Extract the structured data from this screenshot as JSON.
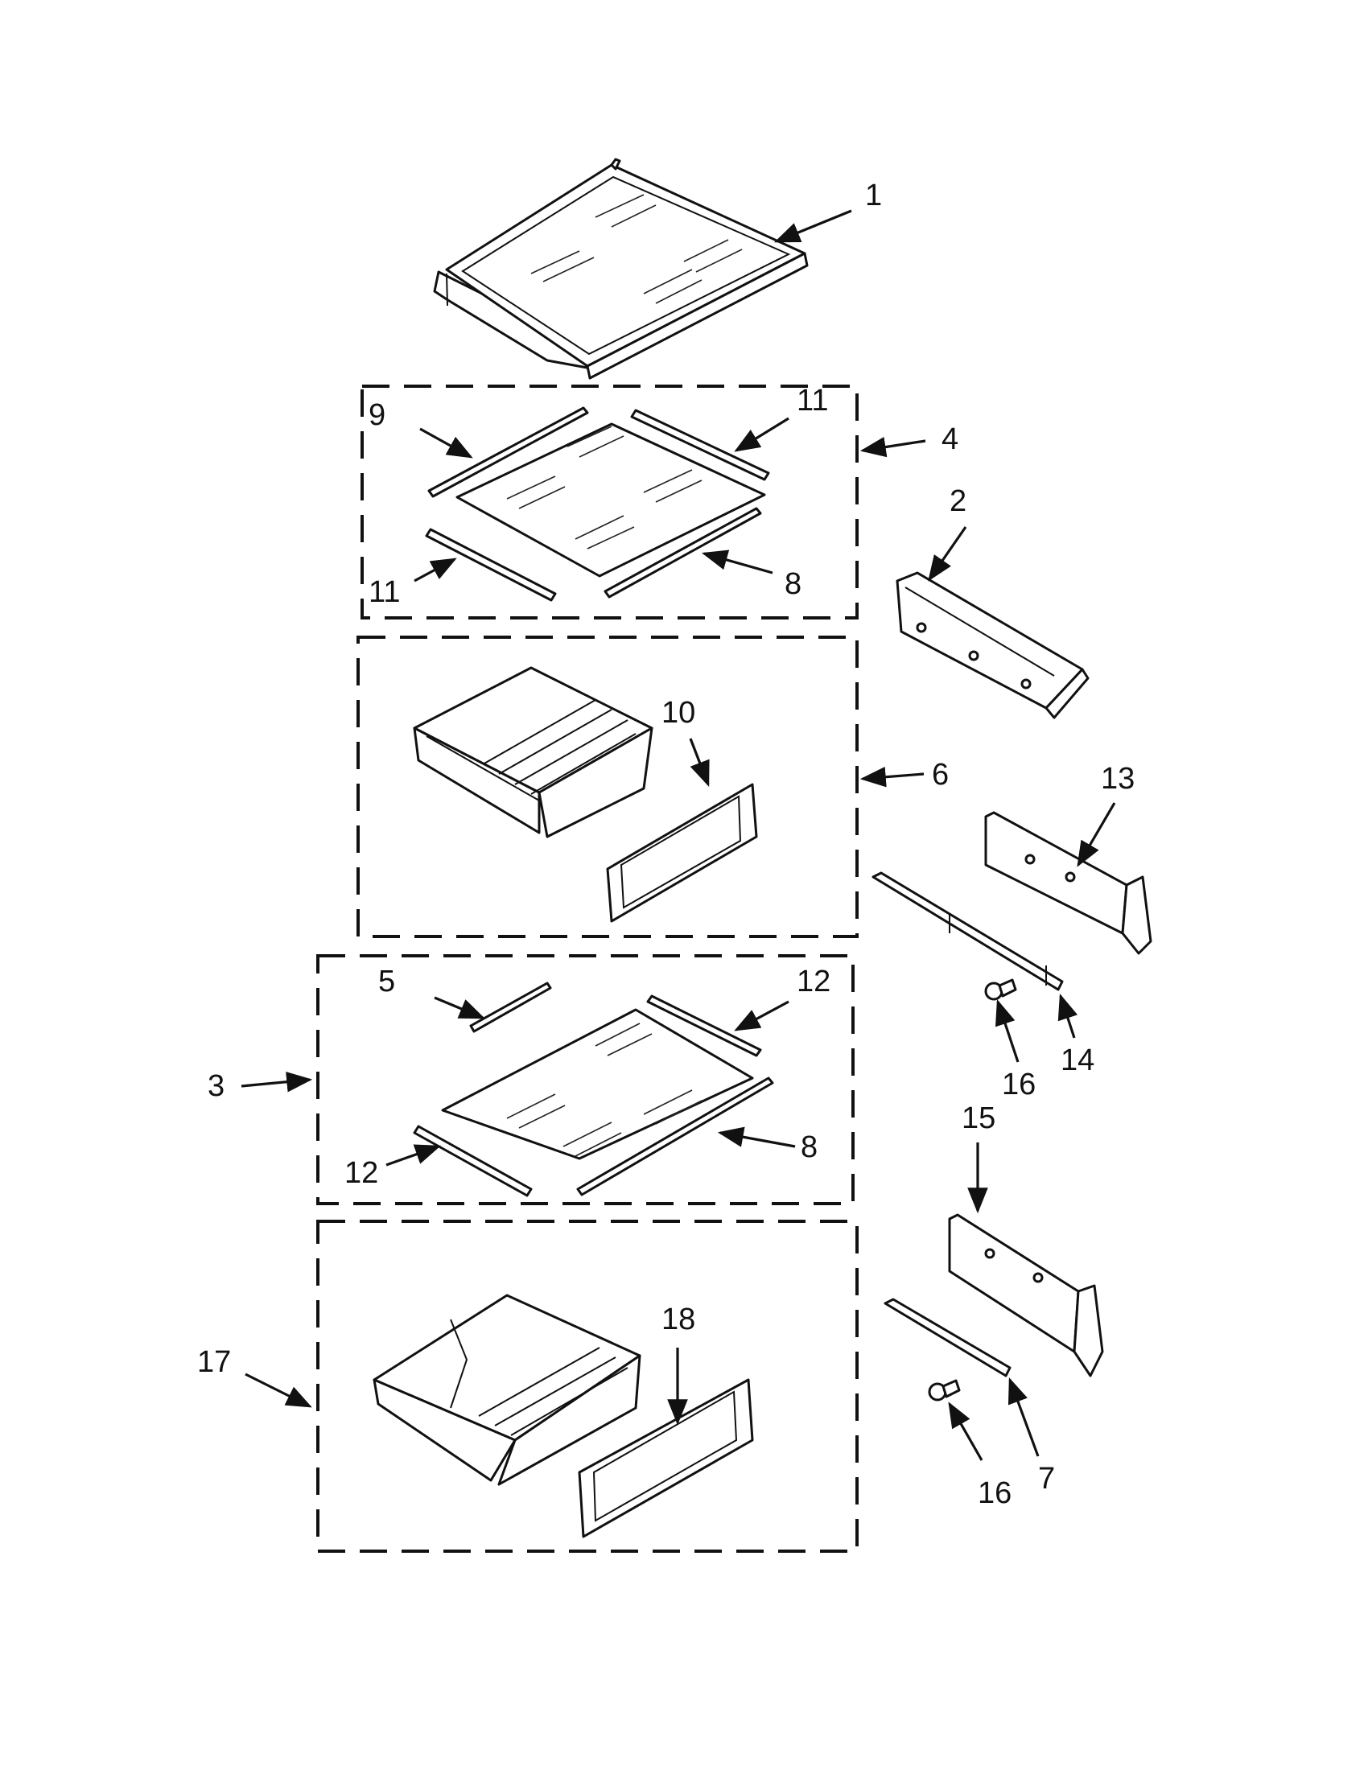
{
  "callouts": [
    {
      "id": "c1",
      "text": "1"
    },
    {
      "id": "c4",
      "text": "4"
    },
    {
      "id": "c9",
      "text": "9"
    },
    {
      "id": "c11a",
      "text": "11"
    },
    {
      "id": "c11b",
      "text": "11"
    },
    {
      "id": "c8a",
      "text": "8"
    },
    {
      "id": "c2",
      "text": "2"
    },
    {
      "id": "c10",
      "text": "10"
    },
    {
      "id": "c6",
      "text": "6"
    },
    {
      "id": "c13",
      "text": "13"
    },
    {
      "id": "c14",
      "text": "14"
    },
    {
      "id": "c16a",
      "text": "16"
    },
    {
      "id": "c5",
      "text": "5"
    },
    {
      "id": "c12a",
      "text": "12"
    },
    {
      "id": "c3",
      "text": "3"
    },
    {
      "id": "c8b",
      "text": "8"
    },
    {
      "id": "c12b",
      "text": "12"
    },
    {
      "id": "c15",
      "text": "15"
    },
    {
      "id": "c17",
      "text": "17"
    },
    {
      "id": "c18",
      "text": "18"
    },
    {
      "id": "c7",
      "text": "7"
    },
    {
      "id": "c16b",
      "text": "16"
    }
  ],
  "colors": {
    "line": "#111111",
    "background": "#ffffff"
  }
}
